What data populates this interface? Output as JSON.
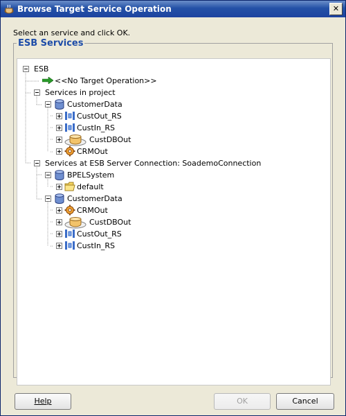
{
  "window": {
    "title": "Browse Target Service Operation",
    "close_glyph": "✕"
  },
  "instruction": "Select an service and click OK.",
  "group_title": "ESB Services",
  "tree": {
    "root": "ESB",
    "no_target": "<<No Target Operation>>",
    "services_in_project": "Services in project",
    "project_customer_data": "CustomerData",
    "project_children": [
      "CustOut_RS",
      "CustIn_RS",
      "CustDBOut",
      "CRMOut"
    ],
    "server_connection": "Services at ESB Server Connection: SoademoConnection",
    "bpel_system": "BPELSystem",
    "bpel_default": "default",
    "server_customer_data": "CustomerData",
    "server_children": [
      "CRMOut",
      "CustDBOut",
      "CustOut_RS",
      "CustIn_RS"
    ]
  },
  "buttons": {
    "help": "Help",
    "ok": "OK",
    "cancel": "Cancel"
  },
  "colors": {
    "title_bar": "#2451a6",
    "group_title": "#1d4ca8"
  },
  "icons": {
    "app": "coffee-cup-icon",
    "arrow": "green-arrow-icon",
    "folder": "folder-icon",
    "database": "database-icon",
    "adapter": "adapter-icon",
    "db_adapter": "db-adapter-icon",
    "gear": "gear-icon"
  }
}
